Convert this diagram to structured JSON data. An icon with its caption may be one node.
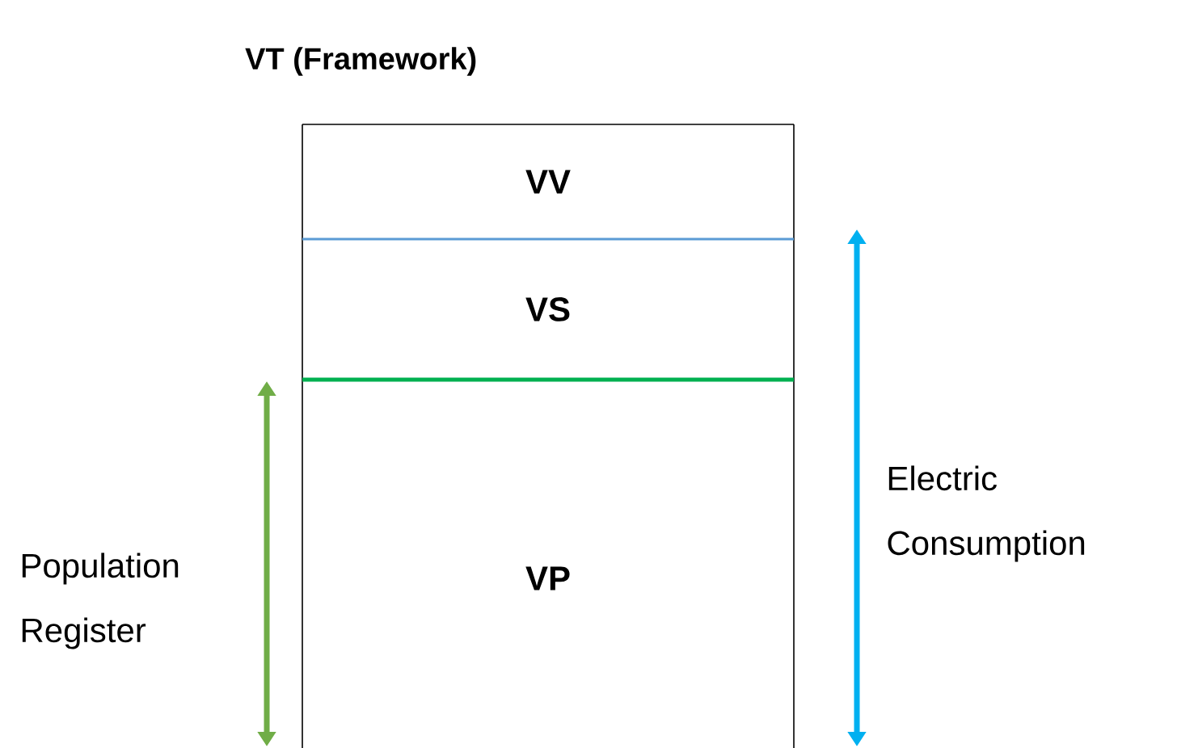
{
  "diagram": {
    "title": "VT (Framework)",
    "nodes": [
      {
        "text": [
          "VV"
        ]
      },
      {
        "text": [
          "VS"
        ]
      },
      {
        "text": [
          "VP"
        ]
      }
    ],
    "labels": [
      "Population Register",
      "Electric Consumption"
    ]
  }
}
